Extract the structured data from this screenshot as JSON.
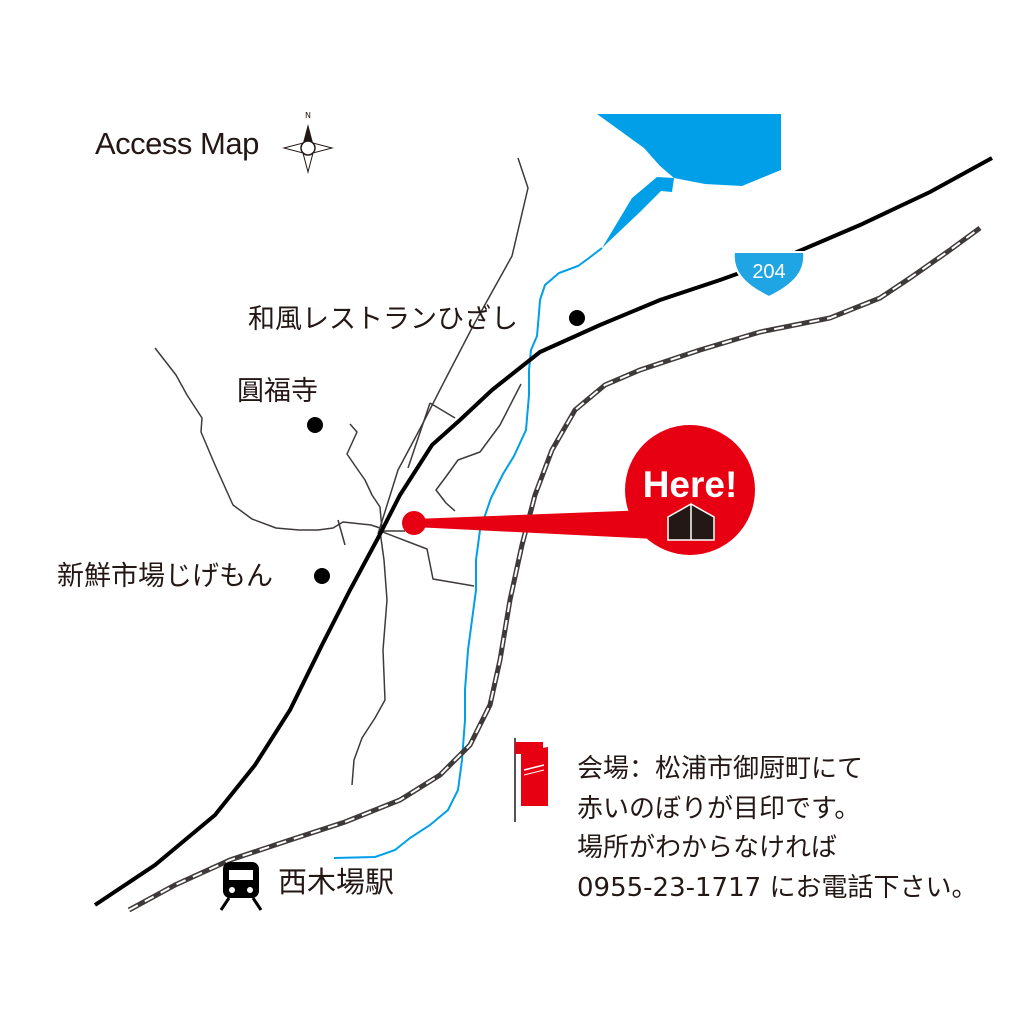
{
  "map": {
    "title": "Access Map",
    "compass_label": "N",
    "route_number": "204",
    "here_label": "Here!",
    "landmarks": {
      "hizashi": "和風レストランひざし",
      "enpukuji": "圓福寺",
      "shinsen": "新鮮市場じげもん",
      "station": "西木場駅"
    },
    "notes": [
      "会場：松浦市御厨町にて",
      "赤いのぼりが目印です。",
      "場所がわからなければ",
      "0955-23-1717 にお電話下さい。"
    ],
    "colors": {
      "water": "#009fe8",
      "accent": "#e60012",
      "ink": "#231815",
      "route_badge": "#1fa5e3"
    },
    "icons": [
      "compass-icon",
      "train-icon",
      "house-icon",
      "banner-flag-icon"
    ]
  }
}
